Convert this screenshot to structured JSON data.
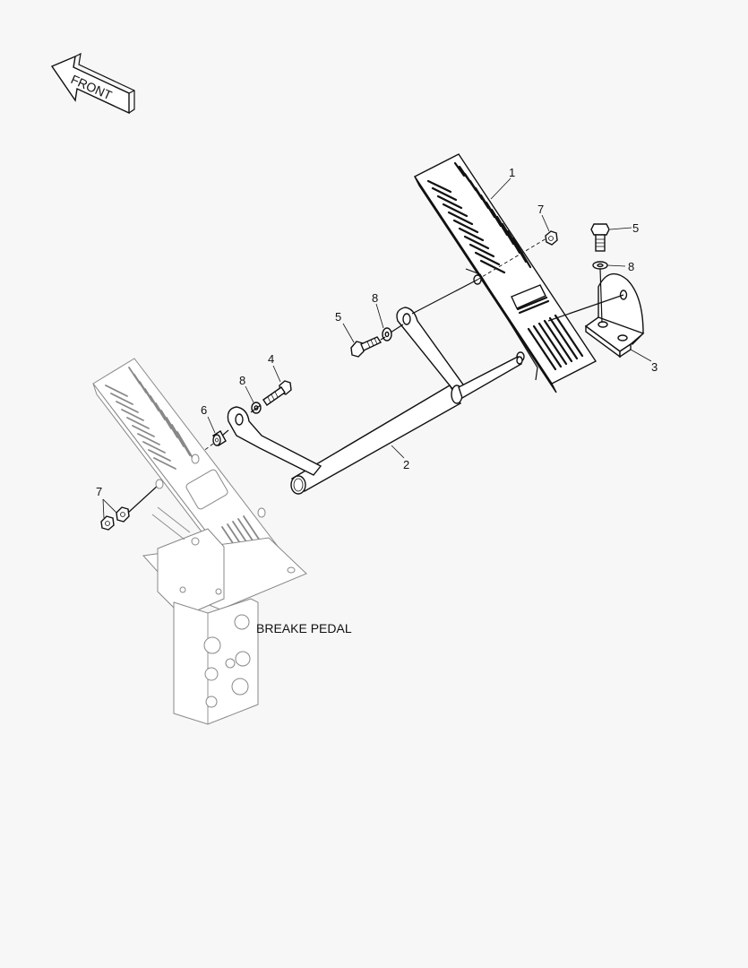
{
  "diagram": {
    "type": "exploded-parts-view",
    "background": "#f7f7f7",
    "line_color": "#111111",
    "ghost_color": "#888888",
    "orientation_arrow": {
      "label": "FRONT",
      "icon": "front-direction-arrow-icon"
    },
    "caption": {
      "label": "BREAKE PEDAL"
    },
    "callouts": [
      {
        "id": "c1",
        "number": "1",
        "part": "accelerator-pedal"
      },
      {
        "id": "c2",
        "number": "2",
        "part": "linkage-shaft"
      },
      {
        "id": "c3",
        "number": "3",
        "part": "mounting-bracket"
      },
      {
        "id": "c4",
        "number": "4",
        "part": "bolt"
      },
      {
        "id": "c5a",
        "number": "5",
        "part": "bolt"
      },
      {
        "id": "c5b",
        "number": "5",
        "part": "bolt"
      },
      {
        "id": "c6",
        "number": "6",
        "part": "spacer-bushing"
      },
      {
        "id": "c7a",
        "number": "7",
        "part": "nut"
      },
      {
        "id": "c7b",
        "number": "7",
        "part": "nut"
      },
      {
        "id": "c8a",
        "number": "8",
        "part": "washer"
      },
      {
        "id": "c8b",
        "number": "8",
        "part": "washer"
      },
      {
        "id": "c8c",
        "number": "8",
        "part": "washer"
      }
    ]
  }
}
